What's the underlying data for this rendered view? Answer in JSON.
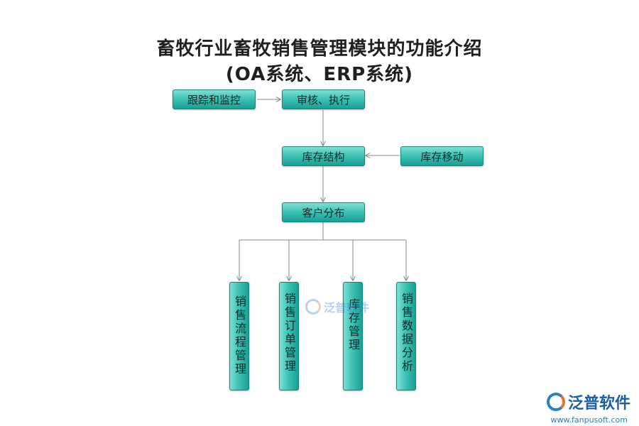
{
  "title": {
    "line1": "畜牧行业畜牧销售管理模块的功能介绍",
    "line2": "(OA系统、ERP系统)"
  },
  "nodes": {
    "tracking": "跟踪和监控",
    "review": "审核、执行",
    "inventory_structure": "库存结构",
    "inventory_move": "库存移动",
    "customer_distribution": "客户分布",
    "sales_process": "销售流程管理",
    "sales_order": "销售订单管理",
    "inventory_mgmt": "库存管理",
    "sales_analysis": "销售数据分析"
  },
  "watermark": {
    "text": "泛普软件"
  },
  "logo": {
    "text": "泛普软件",
    "url": "www.fanpusoft.com"
  },
  "colors": {
    "box_top": "#7fe0d6",
    "box_mid": "#3fc3b6",
    "box_bottom": "#189f93",
    "line": "#888888"
  }
}
